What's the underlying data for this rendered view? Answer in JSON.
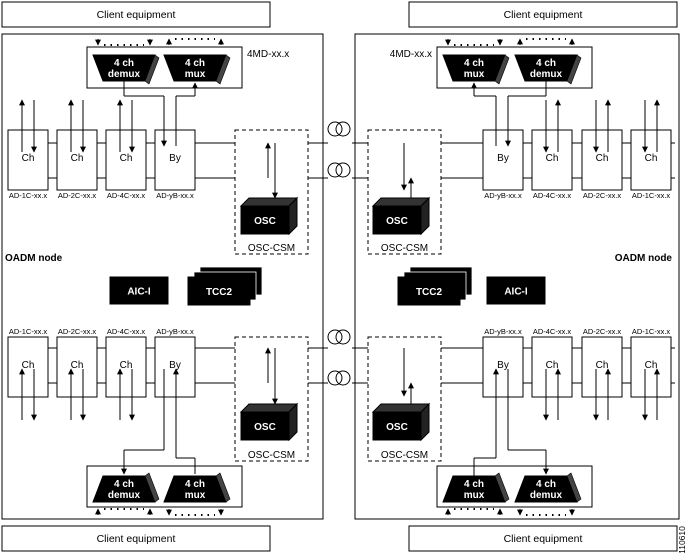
{
  "labels": {
    "client_equipment": "Client equipment",
    "oadm_node": "OADM node",
    "mux_4md": "4MD-xx.x",
    "demux": "4 ch\ndemux",
    "mux": "4 ch\nmux",
    "ch": "Ch",
    "by": "By",
    "osc": "OSC",
    "osc_csm": "OSC-CSM",
    "aic": "AIC-I",
    "tcc": "TCC2",
    "ad_1c": "AD-1C-xx.x",
    "ad_2c": "AD-2C-xx.x",
    "ad_4c": "AD-4C-xx.x",
    "ad_yb": "AD-yB-xx.x",
    "figure_id": "110610"
  },
  "colors": {
    "line": "#000000",
    "fill": "#ffffff",
    "dark": "#000000",
    "osc_side": "#3a3a3a"
  }
}
